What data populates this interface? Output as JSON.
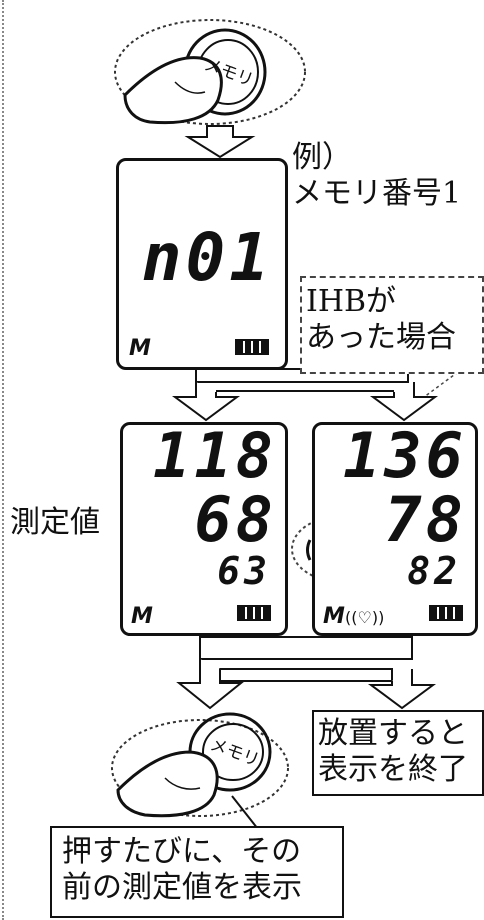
{
  "memory_button_label": "メモリ",
  "example": {
    "line1": "例）",
    "line2": "メモリ番号1"
  },
  "memory_display": {
    "code": "n01",
    "mark": "M"
  },
  "ihb_note": {
    "line1": "IHBが",
    "line2": "あった場合"
  },
  "measured_label": "測定値",
  "reading_normal": {
    "systolic": "118",
    "diastolic": "68",
    "pulse": "63",
    "mark": "M"
  },
  "reading_ihb": {
    "systolic": "136",
    "diastolic": "78",
    "pulse": "82",
    "mark": "M"
  },
  "idle_note": {
    "line1": "放置すると",
    "line2": "表示を終了"
  },
  "press_note": {
    "line1": "押すたびに、その",
    "line2": "前の測定値を表示"
  },
  "colors": {
    "line": "#111111",
    "battery": "#111111"
  }
}
